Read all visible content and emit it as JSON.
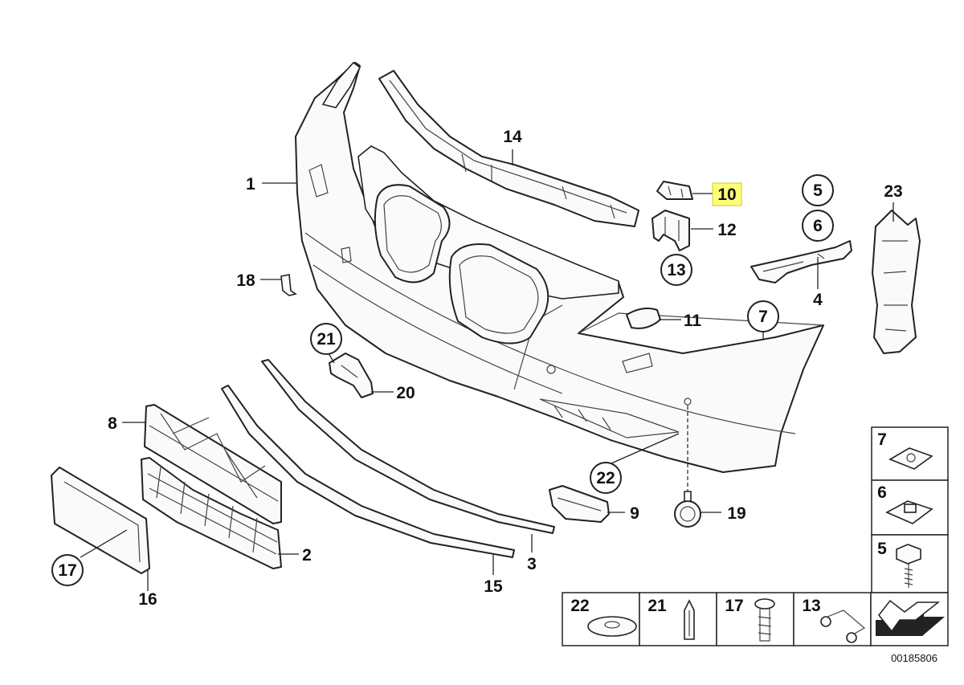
{
  "callouts": [
    {
      "id": "c1",
      "label": "1"
    },
    {
      "id": "c2",
      "label": "2"
    },
    {
      "id": "c3",
      "label": "3"
    },
    {
      "id": "c4",
      "label": "4"
    },
    {
      "id": "c5",
      "label": "5"
    },
    {
      "id": "c6",
      "label": "6"
    },
    {
      "id": "c7",
      "label": "7"
    },
    {
      "id": "c8",
      "label": "8"
    },
    {
      "id": "c9",
      "label": "9"
    },
    {
      "id": "c10",
      "label": "10",
      "highlighted": true
    },
    {
      "id": "c11",
      "label": "11"
    },
    {
      "id": "c12",
      "label": "12"
    },
    {
      "id": "c13",
      "label": "13"
    },
    {
      "id": "c14",
      "label": "14"
    },
    {
      "id": "c15",
      "label": "15"
    },
    {
      "id": "c16",
      "label": "16"
    },
    {
      "id": "c17",
      "label": "17"
    },
    {
      "id": "c18",
      "label": "18"
    },
    {
      "id": "c19",
      "label": "19"
    },
    {
      "id": "c20",
      "label": "20"
    },
    {
      "id": "c21",
      "label": "21"
    },
    {
      "id": "c22",
      "label": "22"
    },
    {
      "id": "c23",
      "label": "23"
    }
  ],
  "hardware_panel": {
    "vertical": [
      "7",
      "6",
      "5"
    ],
    "horizontal": [
      "22",
      "21",
      "17",
      "13"
    ]
  },
  "diagram_number": "00185806",
  "highlight_color": "#ffff77"
}
